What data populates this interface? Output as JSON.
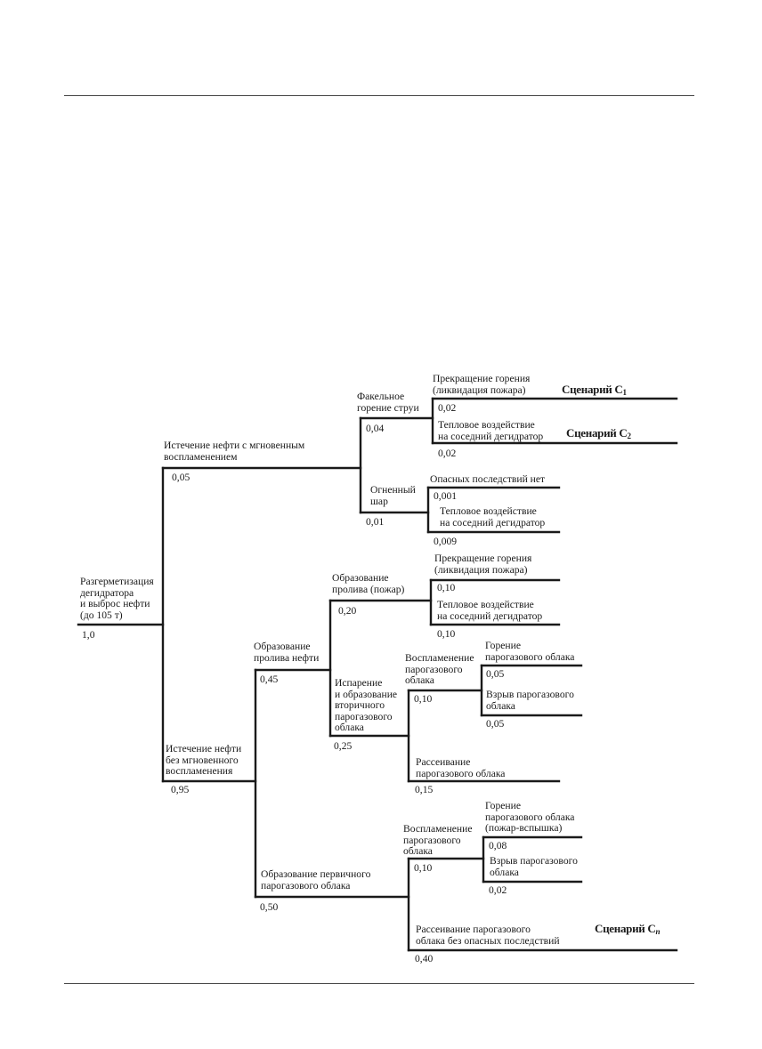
{
  "nodes": {
    "root": {
      "label": "Разгерметизация\nдегидратора\nи выброс нефти\n(до 105 т)",
      "prob": "1,0"
    },
    "instant_ignition": {
      "label": "Истечение нефти с мгновенным\nвоспламенением",
      "prob": "0,05"
    },
    "jet_fire": {
      "label": "Факельное\nгорение струи",
      "prob": "0,04"
    },
    "jet_stop": {
      "label": "Прекращение горения\n(ликвидация пожара)",
      "prob": "0,02"
    },
    "jet_heat": {
      "label": "Тепловое воздействие\nна соседний дегидратор",
      "prob": "0,02"
    },
    "fireball": {
      "label": "Огненный\nшар",
      "prob": "0,01"
    },
    "fireball_none": {
      "label": "Опасных последствий нет",
      "prob": "0,001"
    },
    "fireball_heat": {
      "label": "Тепловое воздействие\nна соседний дегидратор",
      "prob": "0,009"
    },
    "no_ignition": {
      "label": "Истечение нефти\nбез мгновенного\nвоспламенения",
      "prob": "0,95"
    },
    "spill": {
      "label": "Образование\nпролива нефти",
      "prob": "0,45"
    },
    "spill_fire": {
      "label": "Образование\nпролива (пожар)",
      "prob": "0,20"
    },
    "spill_stop": {
      "label": "Прекращение горения\n(ликвидация пожара)",
      "prob": "0,10"
    },
    "spill_heat": {
      "label": "Тепловое воздействие\nна соседний дегидратор",
      "prob": "0,10"
    },
    "evaporation": {
      "label": "Испарение\nи образование\nвторичного\nпарогазового\nоблака",
      "prob": "0,25"
    },
    "sec_ignition": {
      "label": "Воспламенение\nпарогазового\nоблака",
      "prob": "0,10"
    },
    "sec_burn": {
      "label": "Горение\nпарогазового облака",
      "prob": "0,05"
    },
    "sec_explosion": {
      "label": "Взрыв парогазового\nоблака",
      "prob": "0,05"
    },
    "sec_dispersion": {
      "label": "Рассеивание\nпарогазового облака",
      "prob": "0,15"
    },
    "primary_cloud": {
      "label": "Образование первичного\nпарогазового облака",
      "prob": "0,50"
    },
    "prim_ignition": {
      "label": "Воспламенение\nпарогазового\nоблака",
      "prob": "0,10"
    },
    "prim_burn": {
      "label": "Горение\nпарогазового облака\n(пожар-вспышка)",
      "prob": "0,08"
    },
    "prim_explosion": {
      "label": "Взрыв парогазового\nоблака",
      "prob": "0,02"
    },
    "prim_dispersion": {
      "label": "Рассеивание парогазового\nоблака без опасных последствий",
      "prob": "0,40"
    }
  },
  "scenarios": {
    "s1": {
      "text": "Сценарий С",
      "sub": "1"
    },
    "s2": {
      "text": "Сценарий С",
      "sub": "2"
    },
    "sn": {
      "text": "Сценарий С",
      "sub": "n"
    }
  }
}
